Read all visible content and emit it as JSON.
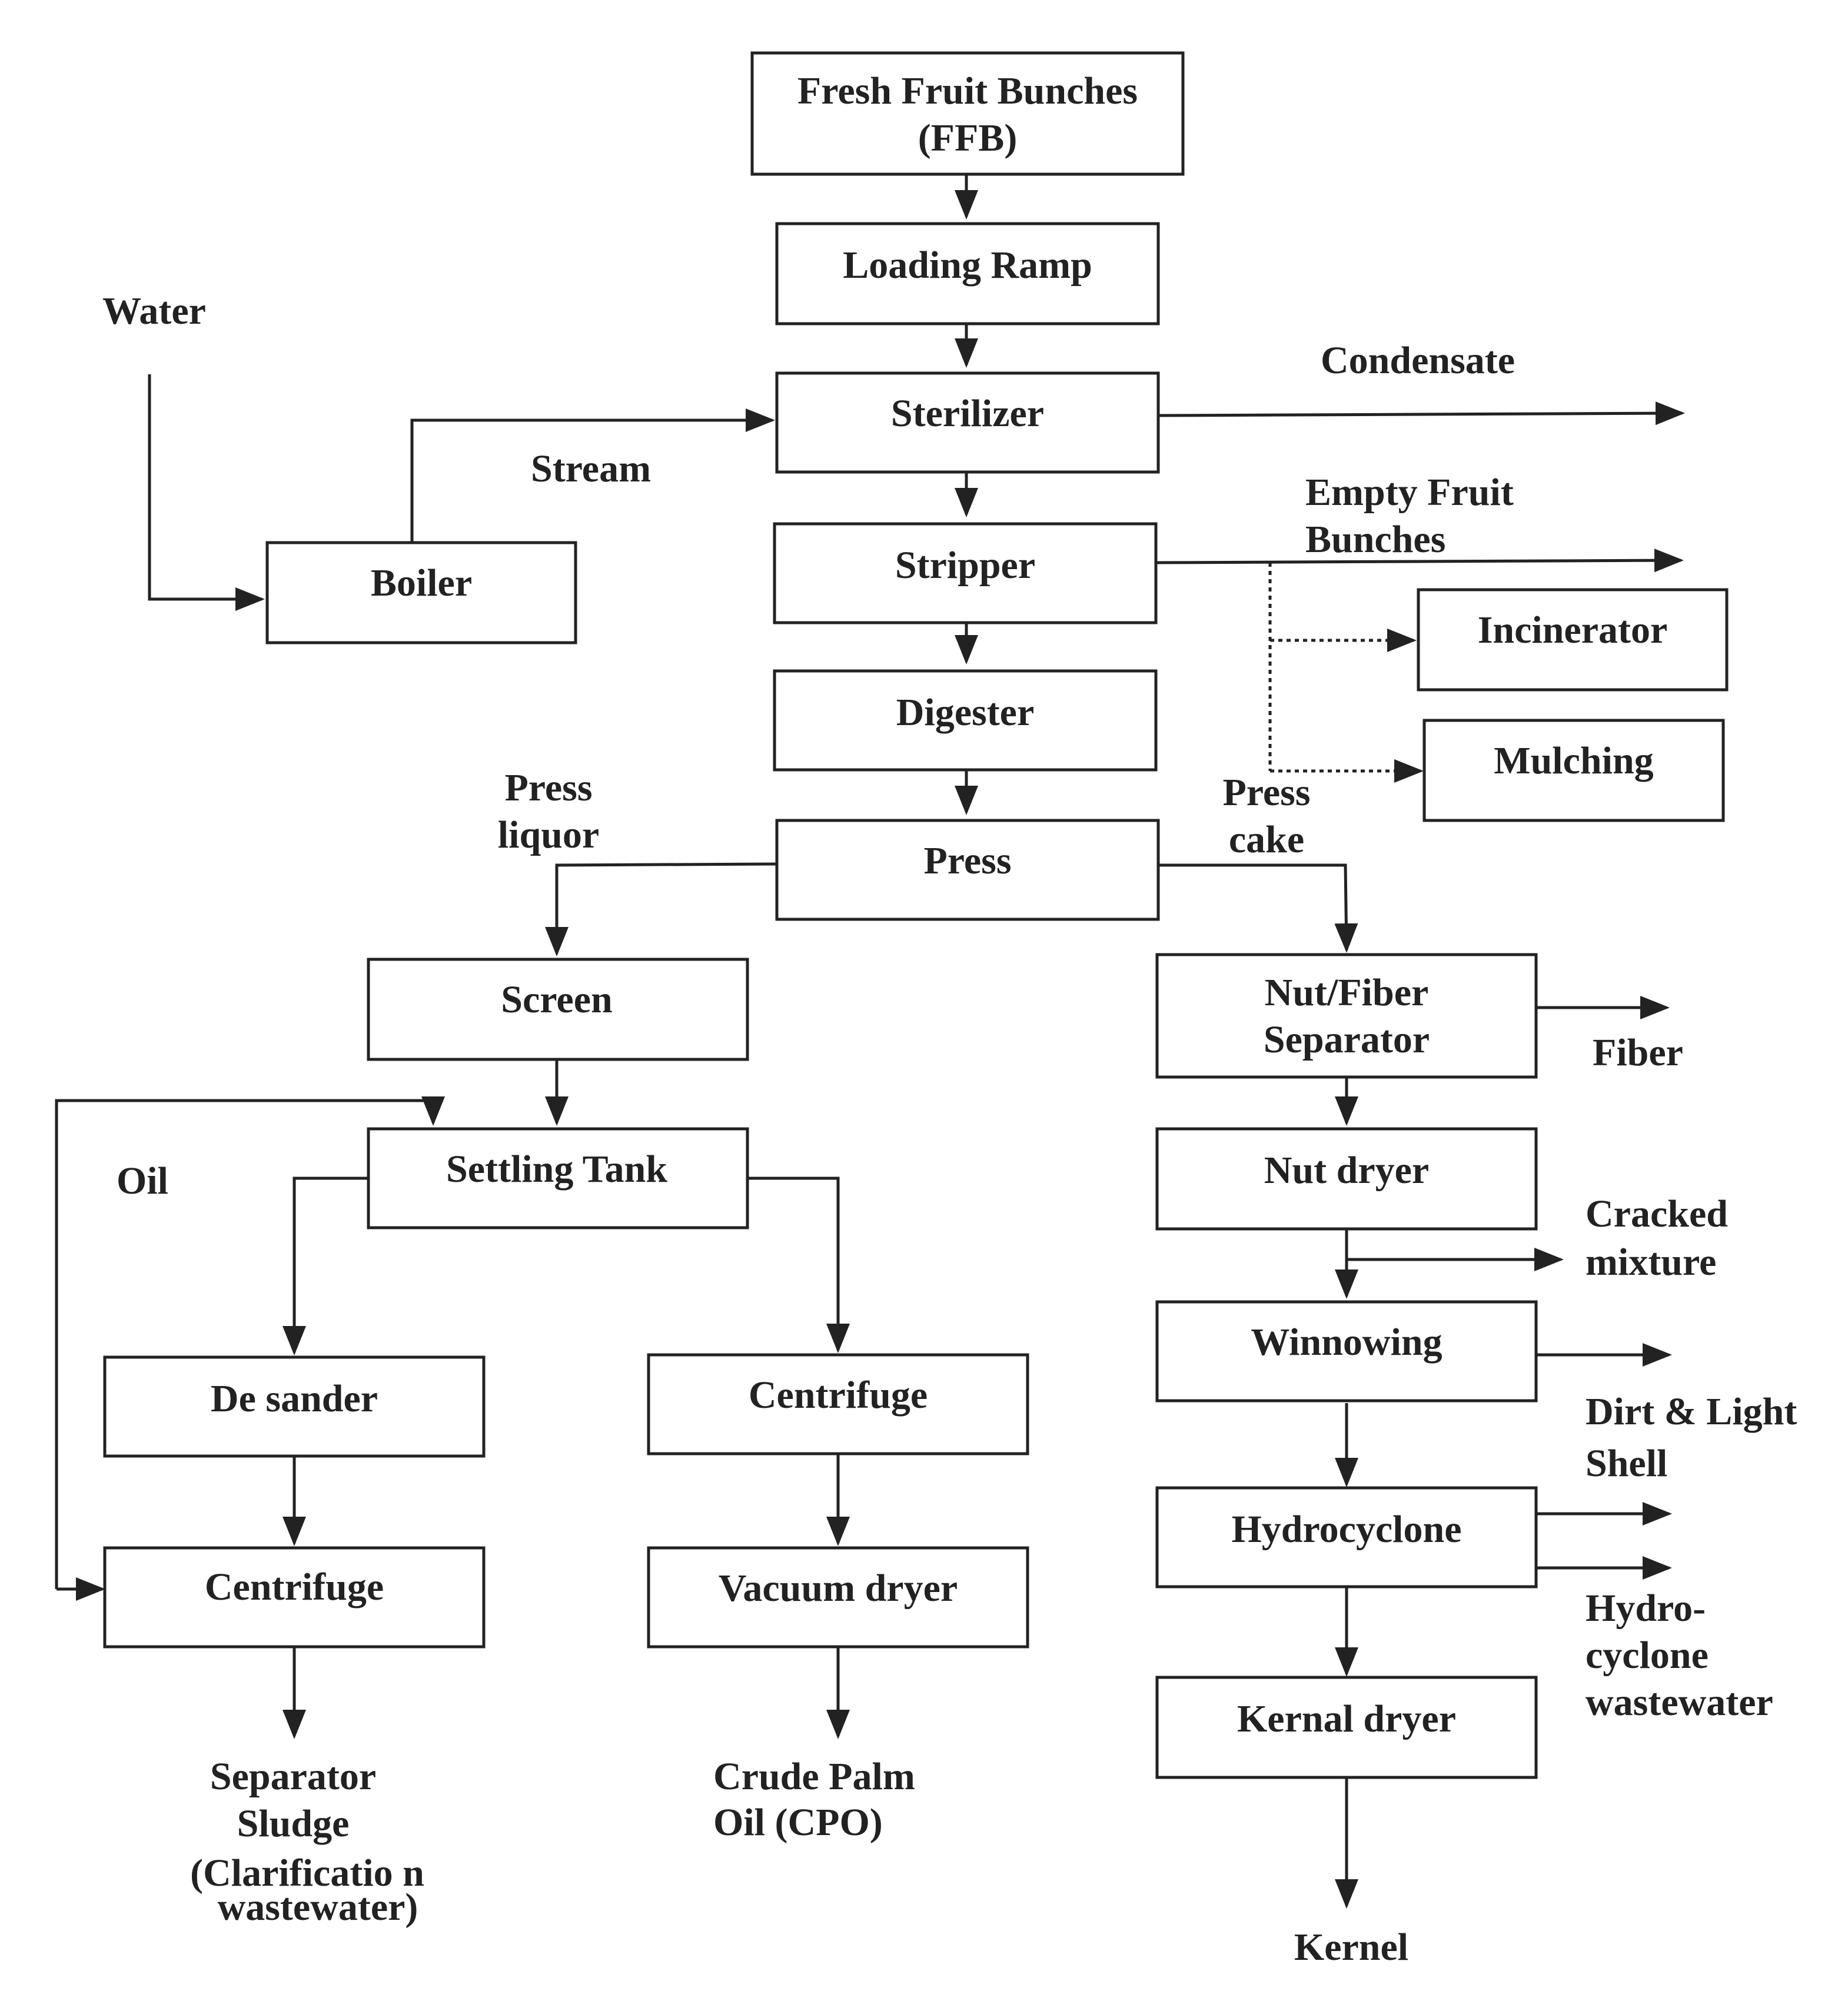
{
  "boxes": {
    "ffb": [
      "Fresh Fruit Bunches",
      "(FFB)"
    ],
    "loading_ramp": "Loading Ramp",
    "sterilizer": "Sterilizer",
    "stripper": "Stripper",
    "digester": "Digester",
    "press": "Press",
    "boiler": "Boiler",
    "incinerator": "Incinerator",
    "mulching": "Mulching",
    "screen": "Screen",
    "settling_tank": "Settling Tank",
    "desander": "De sander",
    "centrifuge_left": "Centrifuge",
    "centrifuge_mid": "Centrifuge",
    "vacuum_dryer": "Vacuum dryer",
    "nut_fiber_separator": [
      "Nut/Fiber",
      "Separator"
    ],
    "nut_dryer": "Nut dryer",
    "winnowing": "Winnowing",
    "hydrocyclone": "Hydrocyclone",
    "kernal_dryer": "Kernal dryer"
  },
  "labels": {
    "water": "Water",
    "stream": "Stream",
    "condensate": "Condensate",
    "empty_fruit_bunches": [
      "Empty Fruit",
      "Bunches"
    ],
    "press_liquor": [
      "Press",
      "liquor"
    ],
    "press_cake": [
      "Press",
      "cake"
    ],
    "fiber": "Fiber",
    "oil": "Oil",
    "cracked_mixture": [
      "Cracked",
      "mixture"
    ],
    "dirt_light_shell": [
      "Dirt & Light",
      "Shell"
    ],
    "hydrocyclone_wastewater": [
      "Hydro-",
      "cyclone",
      "wastewater"
    ],
    "separator_sludge": [
      "Separator",
      "Sludge",
      "(Clarificatio n",
      "wastewater)"
    ],
    "crude_palm_oil": [
      "Crude Palm",
      "Oil (CPO)"
    ],
    "kernel": "Kernel"
  }
}
